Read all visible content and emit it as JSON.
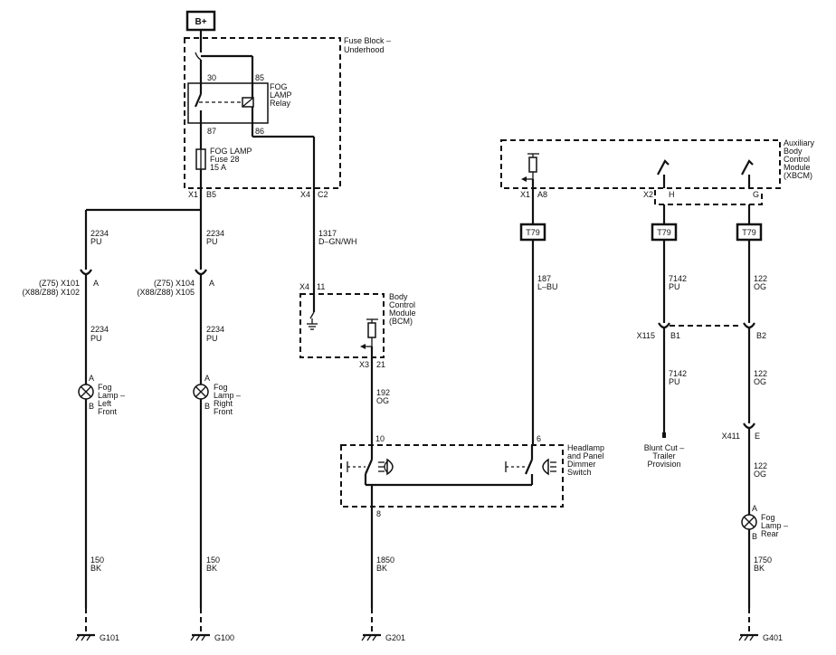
{
  "power": {
    "bplus": "B+"
  },
  "fuse_block": {
    "title_line1": "Fuse Block –",
    "title_line2": "Underhood",
    "relay_pin_30": "30",
    "relay_pin_85": "85",
    "relay_pin_87": "87",
    "relay_pin_86": "86",
    "relay_label1": "FOG",
    "relay_label2": "LAMP",
    "relay_label3": "Relay",
    "fuse_label1": "FOG LAMP",
    "fuse_label2": "Fuse 28",
    "fuse_label3": "15 A",
    "conn_x1": "X1",
    "conn_b5": "B5",
    "conn_x4": "X4",
    "conn_c2": "C2"
  },
  "wires": {
    "w1_num": "2234",
    "w1_col": "PU",
    "w2_num": "2234",
    "w2_col": "PU",
    "w3_num": "2234",
    "w3_col": "PU",
    "w4_num": "2234",
    "w4_col": "PU",
    "w5_num": "1317",
    "w5_col": "D–GN/WH",
    "w6_num": "150",
    "w6_col": "BK",
    "w7_num": "150",
    "w7_col": "BK",
    "w8_num": "192",
    "w8_col": "OG",
    "w9_num": "1850",
    "w9_col": "BK",
    "w10_num": "187",
    "w10_col": "L–BU",
    "w11_num": "7142",
    "w11_col": "PU",
    "w12_num": "7142",
    "w12_col": "PU",
    "w13_num": "122",
    "w13_col": "OG",
    "w14_num": "122",
    "w14_col": "OG",
    "w15_num": "122",
    "w15_col": "OG",
    "w16_num": "1750",
    "w16_col": "BK"
  },
  "connectors": {
    "c1_line1": "(Z75) X101",
    "c1_line2": "(X88/Z88) X102",
    "c1_pin": "A",
    "c2_line1": "(Z75) X104",
    "c2_line2": "(X88/Z88) X105",
    "c2_pin": "A",
    "x115": "X115",
    "x115_b1": "B1",
    "x115_b2": "B2",
    "x411": "X411",
    "x411_pin": "E"
  },
  "lamps": {
    "left_a": "A",
    "left_b": "B",
    "left_l1": "Fog",
    "left_l2": "Lamp –",
    "left_l3": "Left",
    "left_l4": "Front",
    "right_a": "A",
    "right_b": "B",
    "right_l1": "Fog",
    "right_l2": "Lamp –",
    "right_l3": "Right",
    "right_l4": "Front",
    "rear_a": "A",
    "rear_b": "B",
    "rear_l1": "Fog",
    "rear_l2": "Lamp –",
    "rear_l3": "Rear"
  },
  "bcm": {
    "l1": "Body",
    "l2": "Control",
    "l3": "Module",
    "l4": "(BCM)",
    "x4": "X4",
    "p11": "11",
    "x3": "X3",
    "p21": "21"
  },
  "switch": {
    "l1": "Headlamp",
    "l2": "and Panel",
    "l3": "Dimmer",
    "l4": "Switch",
    "p10": "10",
    "p6": "6",
    "p8": "8"
  },
  "xbcm": {
    "l1": "Auxiliary",
    "l2": "Body",
    "l3": "Control",
    "l4": "Module",
    "l5": "(XBCM)",
    "x1": "X1",
    "a8": "A8",
    "x2": "X2",
    "h": "H",
    "g": "G"
  },
  "tags": {
    "t1": "T79",
    "t2": "T79",
    "t3": "T79"
  },
  "blunt": {
    "l1": "Blunt Cut –",
    "l2": "Trailer",
    "l3": "Provision"
  },
  "grounds": {
    "g101": "G101",
    "g100": "G100",
    "g201": "G201",
    "g401": "G401"
  }
}
